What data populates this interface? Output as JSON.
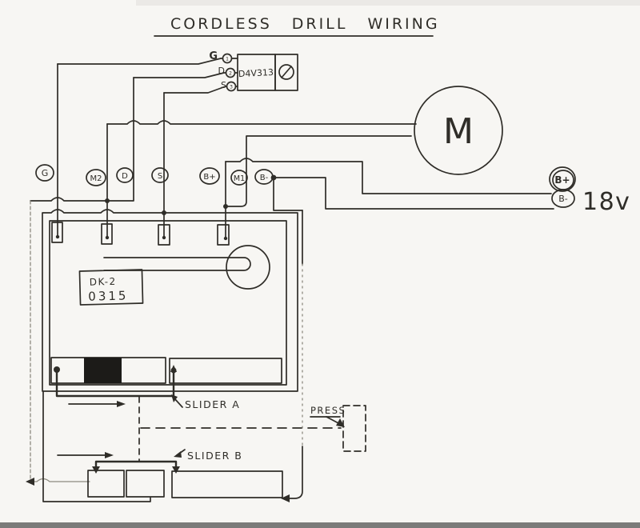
{
  "title": "CORDLESS DRILL WIRING",
  "controller": {
    "label": "D4V313",
    "pins": [
      {
        "name": "G",
        "num": "1"
      },
      {
        "name": "D",
        "num": "2"
      },
      {
        "name": "S",
        "num": "3"
      }
    ]
  },
  "motor": {
    "label": "M"
  },
  "terminals": {
    "g": "G",
    "m2": "M2",
    "d": "D",
    "s": "S",
    "bplus": "B+",
    "m1": "M1",
    "bminus": "B-"
  },
  "battery": {
    "positive": "B+",
    "negative": "B-",
    "voltage": "18v"
  },
  "module": {
    "line1": "DK-2",
    "line2": "0315"
  },
  "annotations": {
    "slider_a": "SLIDER A",
    "slider_b": "SLIDER B",
    "press": "PRESS"
  },
  "colors": {
    "ink": "#2f2d28",
    "faint": "#8d8a80",
    "paper": "#f7f6f3",
    "fill_block": "#1c1b18"
  }
}
